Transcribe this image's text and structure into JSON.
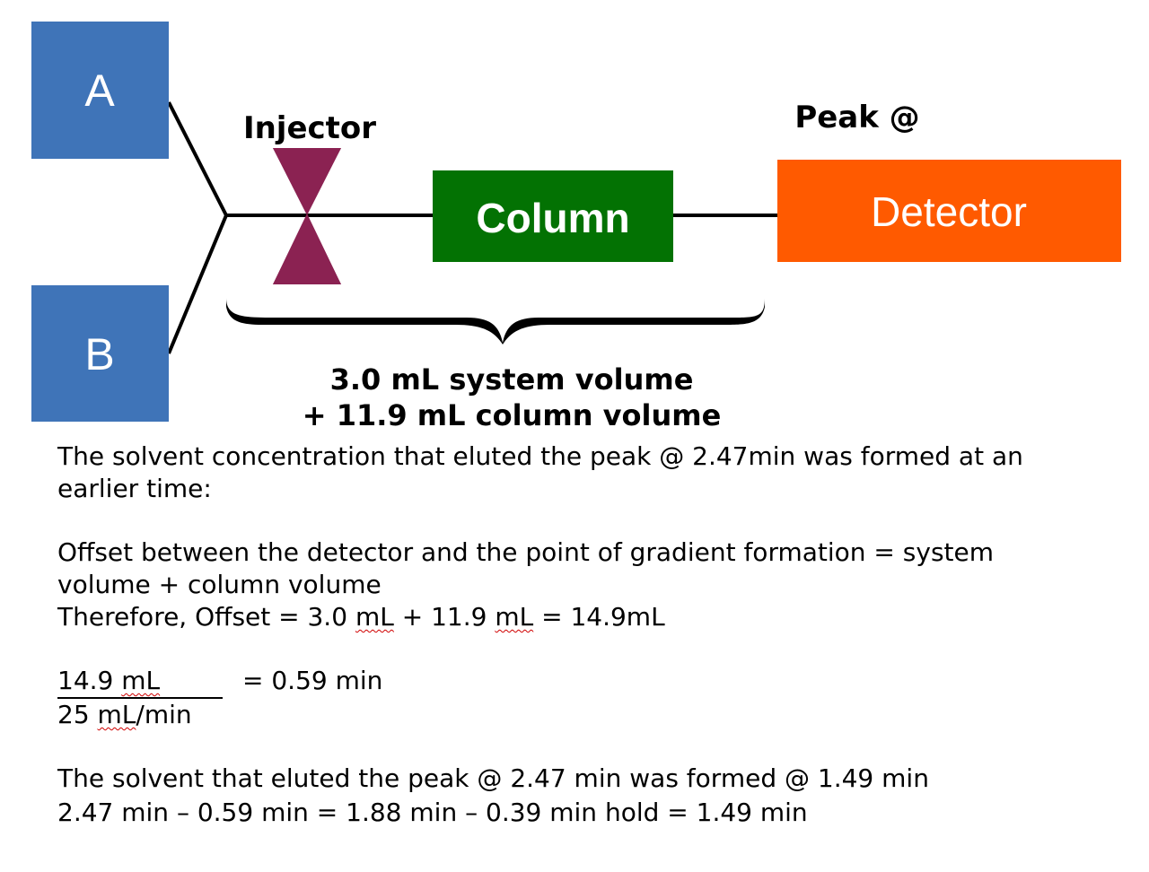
{
  "diagram": {
    "solvent_a": "A",
    "solvent_b": "B",
    "injector_label": "Injector",
    "column_label": "Column",
    "detector_label": "Detector",
    "peak_label": "Peak @",
    "volume_line_1": "3.0 mL system volume",
    "volume_line_2": "+ 11.9 mL column volume",
    "colors": {
      "solvent_box": "#3f74b8",
      "injector": "#8b2252",
      "column": "#037203",
      "detector": "#ff5a00"
    }
  },
  "text": {
    "para1_line1": "The solvent concentration that eluted the peak @ 2.47min was formed at an",
    "para1_line2": "earlier time:",
    "para2_line1": "Offset between the detector and the point of gradient formation = system",
    "para2_line2": "volume + column volume",
    "therefore_prefix": "Therefore, Offset = 3.0 ",
    "unit_ml": "mL",
    "therefore_mid": " + 11.9 ",
    "therefore_suffix": " = 14.9mL",
    "fraction_num_value": "14.9 ",
    "fraction_num_unit": "mL",
    "fraction_result": "=  0.59 min",
    "fraction_den_value": "25 ",
    "fraction_den_unit": "mL",
    "fraction_den_suffix": "/min",
    "conclusion_line1": "The solvent that eluted the peak @ 2.47 min was formed @ 1.49 min",
    "conclusion_line2": "2.47 min – 0.59 min = 1.88 min – 0.39 min hold = 1.49 min"
  }
}
